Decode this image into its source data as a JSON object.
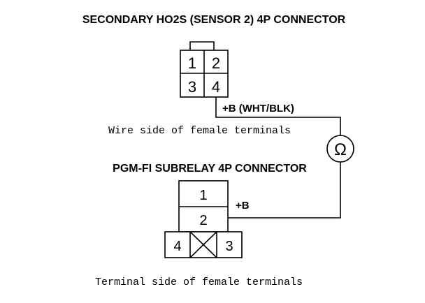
{
  "titles": {
    "secondary_connector": "SECONDARY HO2S (SENSOR 2) 4P CONNECTOR",
    "subrelay_connector": "PGM-FI SUBRELAY 4P CONNECTOR"
  },
  "captions": {
    "wire_side": "Wire side of female terminals",
    "terminal_side": "Terminal side of female terminals"
  },
  "labels": {
    "plus_b_wht_blk": "+B (WHT/BLK)",
    "plus_b": "+B",
    "ohm_symbol": "Ω"
  },
  "secondary_pins": [
    "1",
    "2",
    "3",
    "4"
  ],
  "subrelay_pins": [
    "1",
    "2",
    "4",
    "3"
  ],
  "meter_icon": "ohmmeter-icon"
}
